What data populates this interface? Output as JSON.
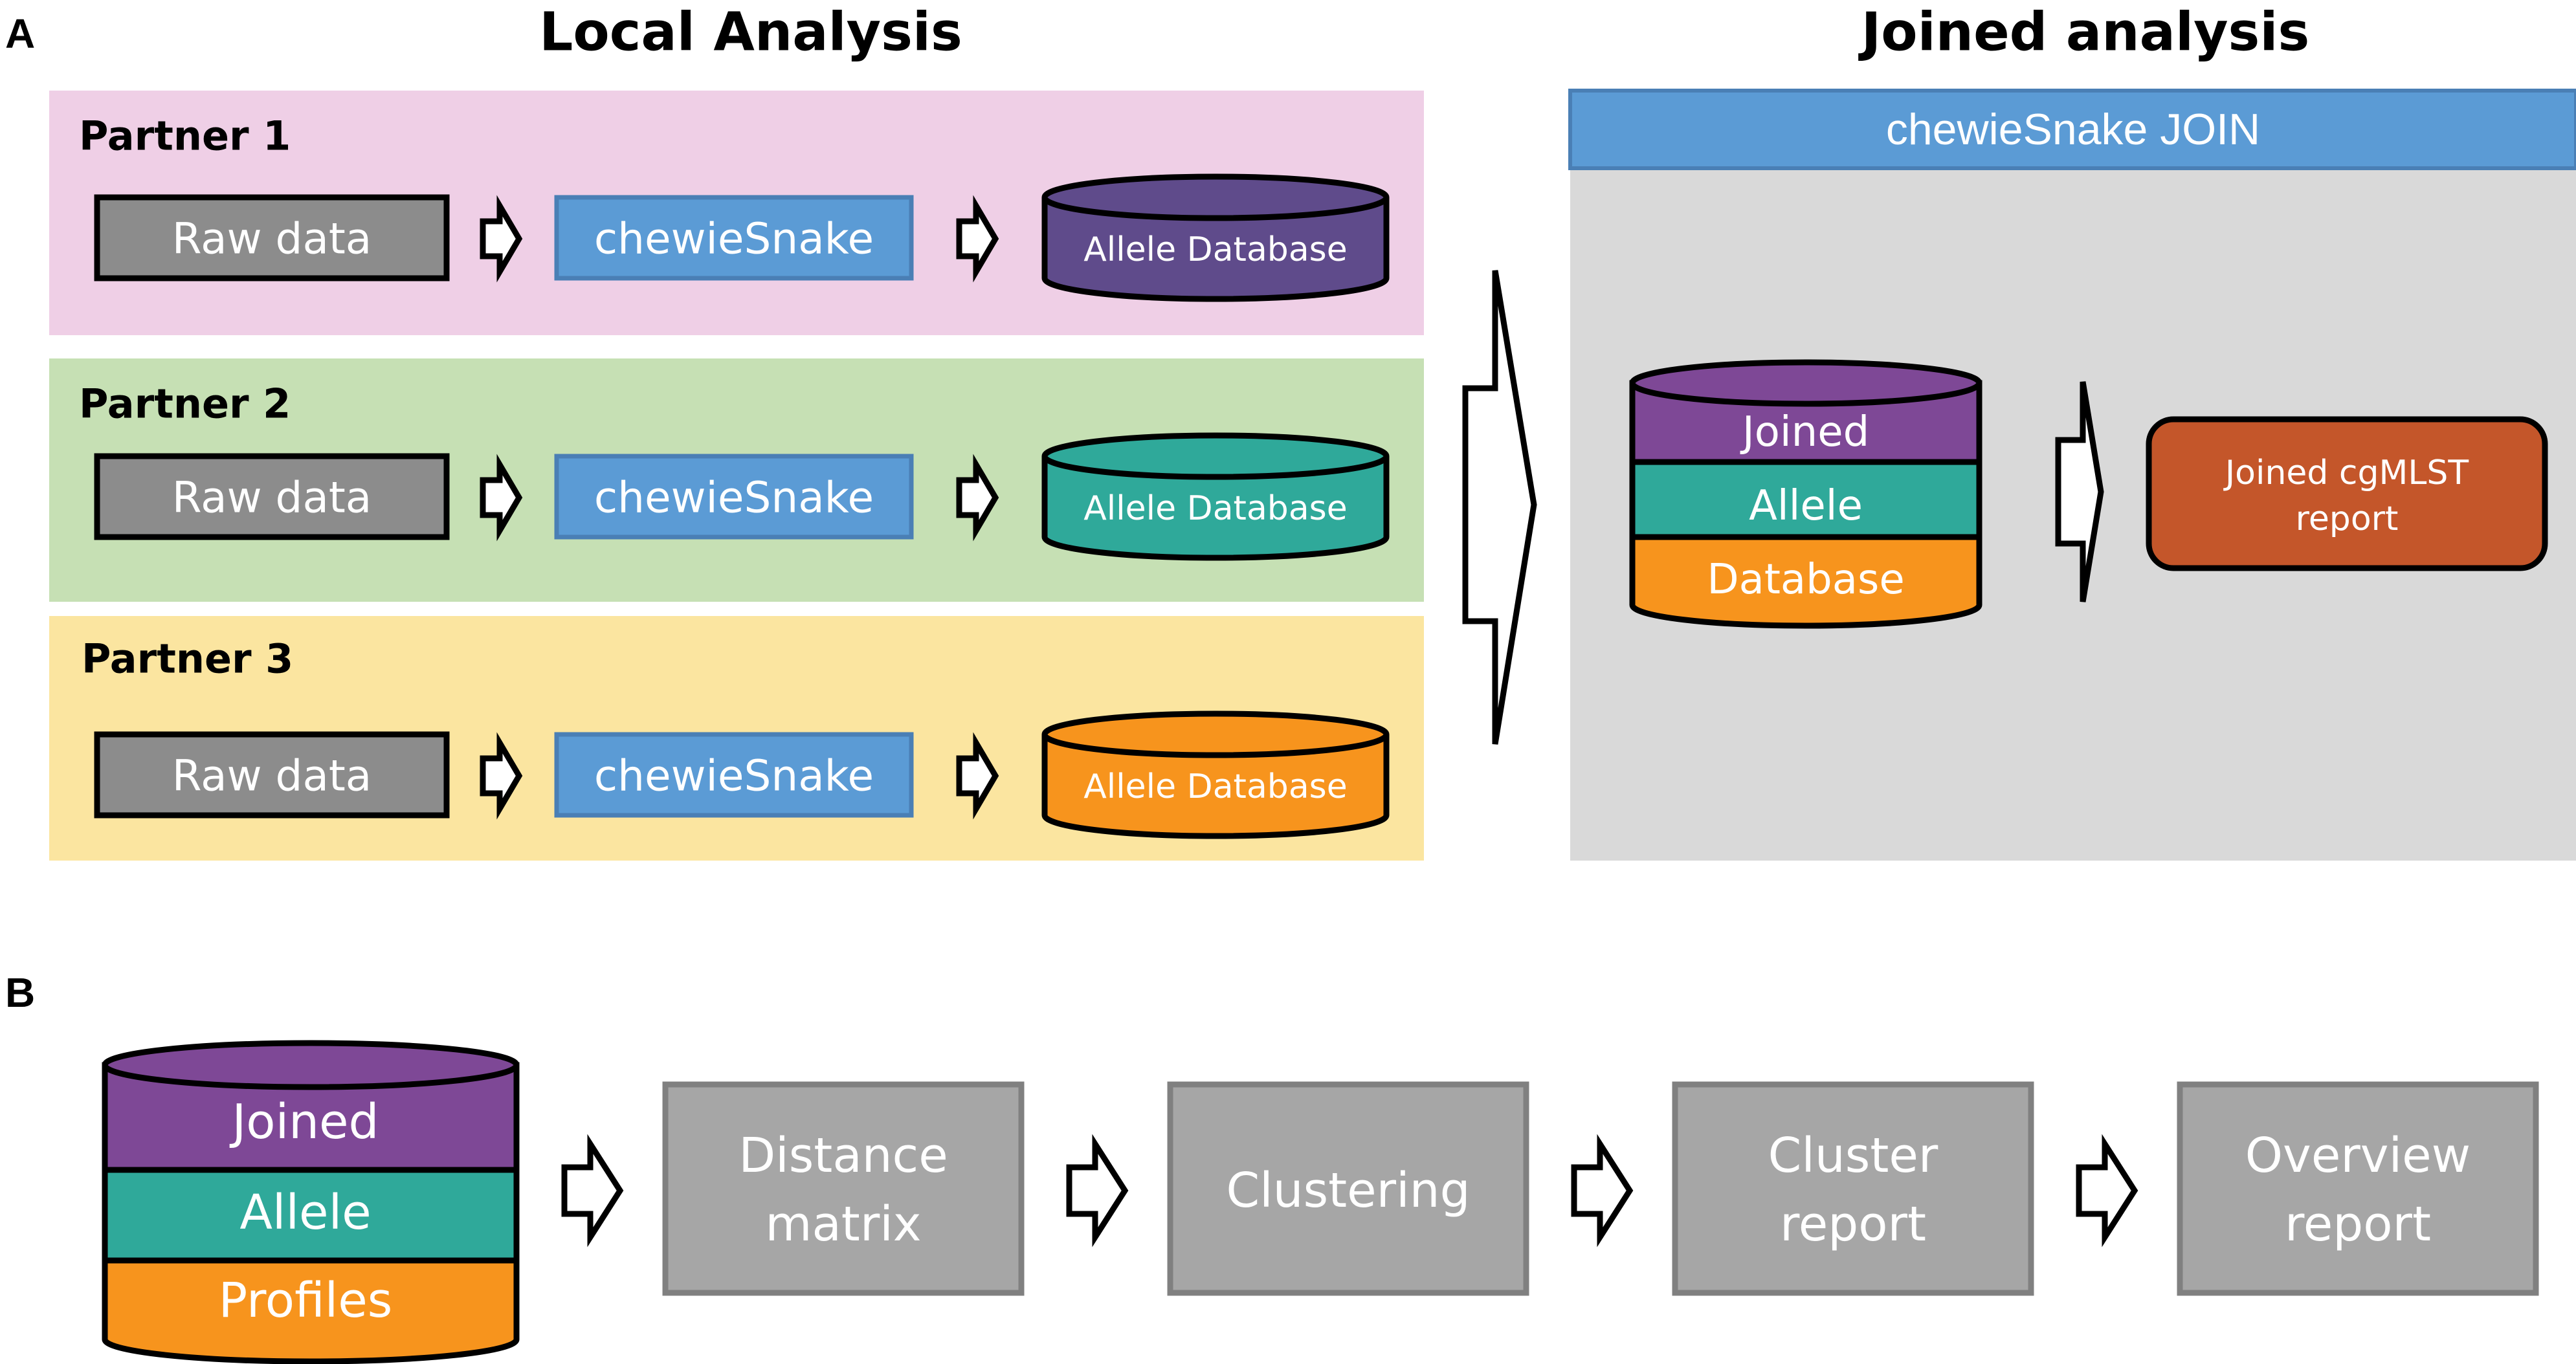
{
  "panel_a": {
    "label": "A",
    "local_title": "Local Analysis",
    "joined_title": "Joined analysis",
    "partners": [
      {
        "name": "Partner 1",
        "raw": "Raw data",
        "tool": "chewieSnake",
        "db": "Allele Database"
      },
      {
        "name": "Partner 2",
        "raw": "Raw data",
        "tool": "chewieSnake",
        "db": "Allele Database"
      },
      {
        "name": "Partner 3",
        "raw": "Raw data",
        "tool": "chewieSnake",
        "db": "Allele Database"
      }
    ],
    "join_bar": "chewieSnake JOIN",
    "joined_db": [
      "Joined",
      "Allele",
      "Database"
    ],
    "report": [
      "Joined cgMLST",
      "report"
    ]
  },
  "panel_b": {
    "label": "B",
    "db": [
      "Joined",
      "Allele",
      "Profiles"
    ],
    "steps": [
      [
        "Distance",
        "matrix"
      ],
      [
        "Clustering"
      ],
      [
        "Cluster",
        "report"
      ],
      [
        "Overview",
        "report"
      ]
    ]
  },
  "colors": {
    "partner1_bg": "#efcfe6",
    "partner2_bg": "#c6e0b4",
    "partner3_bg": "#fbe5a0",
    "joined_bg": "#d9d9d9",
    "blue": "#5b9bd5",
    "gray_box": "#8c8c8c",
    "step_box": "#a6a6a6",
    "purple": "#6b4c9a",
    "violet": "#7e4896",
    "teal": "#2fa99a",
    "orange": "#f7941d",
    "rust": "#c4562a"
  },
  "icons": [
    "right-arrow-icon",
    "database-cylinder-icon",
    "large-chevron-arrow-icon"
  ]
}
